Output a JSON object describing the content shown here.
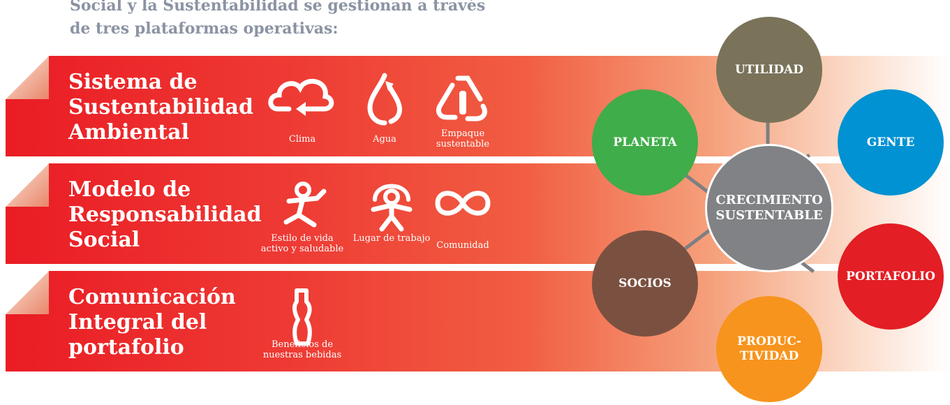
{
  "intro_text": "Social y la Sustentabilidad se gestionan a través de tres plataformas operativas:",
  "platforms": [
    {
      "title": "Sistema de Sustentabilidad Ambiental",
      "items": [
        {
          "icon": "cloud-cycle-icon",
          "label": "Clima"
        },
        {
          "icon": "water-drop-cycle-icon",
          "label": "Agua"
        },
        {
          "icon": "recycle-bottle-icon",
          "label": "Empaque sustentable"
        }
      ]
    },
    {
      "title": "Modelo de Responsabilidad Social",
      "items": [
        {
          "icon": "active-person-icon",
          "label": "Estilo de vida activo y saludable"
        },
        {
          "icon": "worker-figure-icon",
          "label": "Lugar de trabajo"
        },
        {
          "icon": "infinity-community-icon",
          "label": "Comunidad"
        }
      ]
    },
    {
      "title": "Comunicación Integral del portafolio",
      "items": [
        {
          "icon": "bottle-benefits-icon",
          "label": "Beneficios de nuestras bebidas"
        }
      ]
    }
  ],
  "circles": {
    "center": {
      "label": "CRECIMIENTO SUSTENTABLE",
      "color": "#808285"
    },
    "utilidad": {
      "label": "UTILIDAD",
      "color": "#7a735a"
    },
    "gente": {
      "label": "GENTE",
      "color": "#0092d2"
    },
    "portafolio": {
      "label": "PORTAFOLIO",
      "color": "#e31e25"
    },
    "productividad": {
      "label": "PRODUC-TIVIDAD",
      "label_line1": "PRODUC-",
      "label_line2": "TIVIDAD",
      "color": "#f7941d"
    },
    "socios": {
      "label": "SOCIOS",
      "color": "#7a5140"
    },
    "planeta": {
      "label": "PLANETA",
      "color": "#3fad49"
    }
  }
}
